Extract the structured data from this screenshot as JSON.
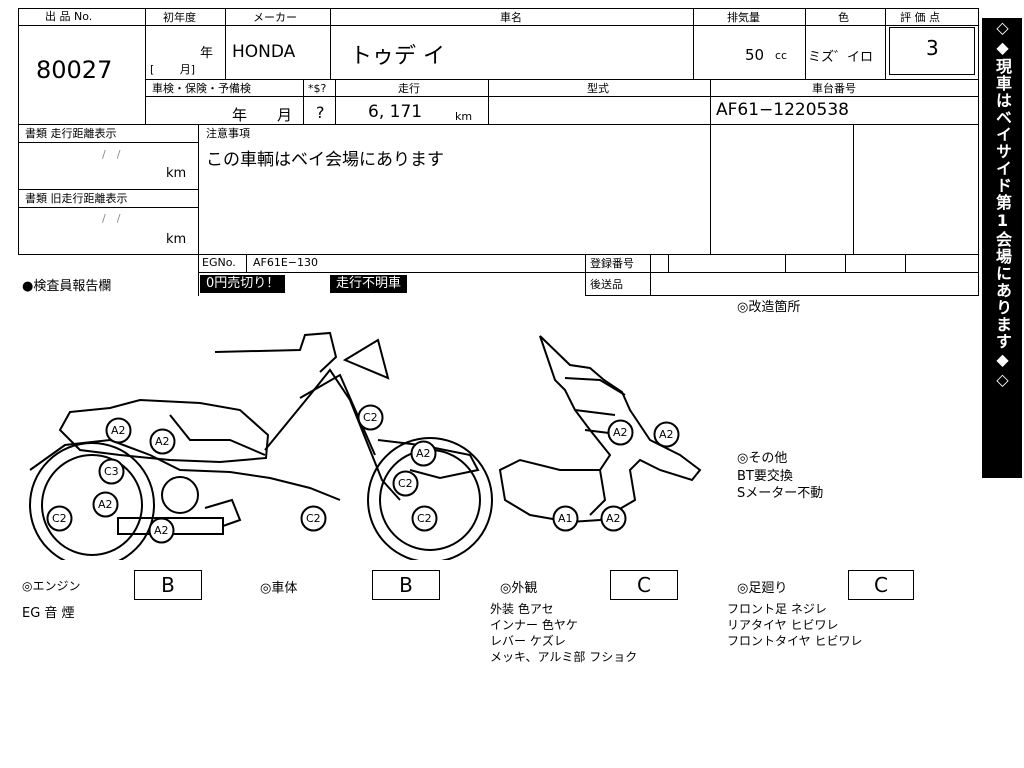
{
  "header": {
    "lot_label": "出 品 No.",
    "lot_no": "80027",
    "year_label": "初年度",
    "year_value": "年",
    "month_value": "[　　 月]",
    "maker_label": "メーカー",
    "maker_value": "HONDA",
    "name_label": "車名",
    "name_value": "トゥデ イ",
    "cc_label": "排気量",
    "cc_value": "50",
    "cc_unit": "cc",
    "color_label": "色",
    "color_value": "ミズ゛イロ",
    "score_label": "評 価 点",
    "score_value": "3"
  },
  "row2": {
    "inspection_label": "車検・保険・予備検",
    "inspection_value": "年　　月",
    "sp_label": "*$?",
    "sp_value": "?",
    "mileage_label": "走行",
    "mileage_value": "6, 171",
    "mileage_unit": "km",
    "model_label": "型式",
    "frame_label": "車台番号",
    "frame_value": "AF61−1220538"
  },
  "docs": {
    "doc1_label": "書類 走行距離表示",
    "doc1_date": "/　/",
    "doc1_unit": "km",
    "doc2_label": "書類 旧走行距離表示",
    "doc2_date": "/　/",
    "doc2_unit": "km"
  },
  "notes": {
    "label": "注意事項",
    "text": "この車輌はベイ会場にあります"
  },
  "egno": {
    "label": "EGNo.",
    "value": "AF61E−130",
    "reg_label": "登録番号",
    "ship_label": "後送品"
  },
  "report": {
    "label": "●検査員報告欄",
    "banner1": "0円売切り！",
    "banner2": "走行不明車"
  },
  "mods_label": "◎改造箇所",
  "other": {
    "label": "◎その他",
    "line1": "BT要交換",
    "line2": "Sメーター不動"
  },
  "damage_marks": [
    "A2",
    "A2",
    "A2",
    "C3",
    "C2",
    "C2",
    "A2",
    "C2",
    "A2",
    "C2",
    "C2",
    "A2",
    "A2",
    "A1",
    "A2"
  ],
  "grades": {
    "engine_label": "◎エンジン",
    "engine_grade": "B",
    "engine_note": "EG 音 煙",
    "body_label": "◎車体",
    "body_grade": "B",
    "exterior_label": "◎外観",
    "exterior_grade": "C",
    "exterior_notes": [
      "外装 色アセ",
      "インナー 色ヤケ",
      "レバー ケズレ",
      "メッキ、アルミ部 フショク"
    ],
    "suspension_label": "◎足廻り",
    "suspension_grade": "C",
    "suspension_notes": [
      "フロント足 ネジレ",
      "リアタイヤ ヒビワレ",
      "フロントタイヤ ヒビワレ"
    ]
  },
  "side_banner": "◇◆現車はベイサイド第1会場にあります◆◇"
}
